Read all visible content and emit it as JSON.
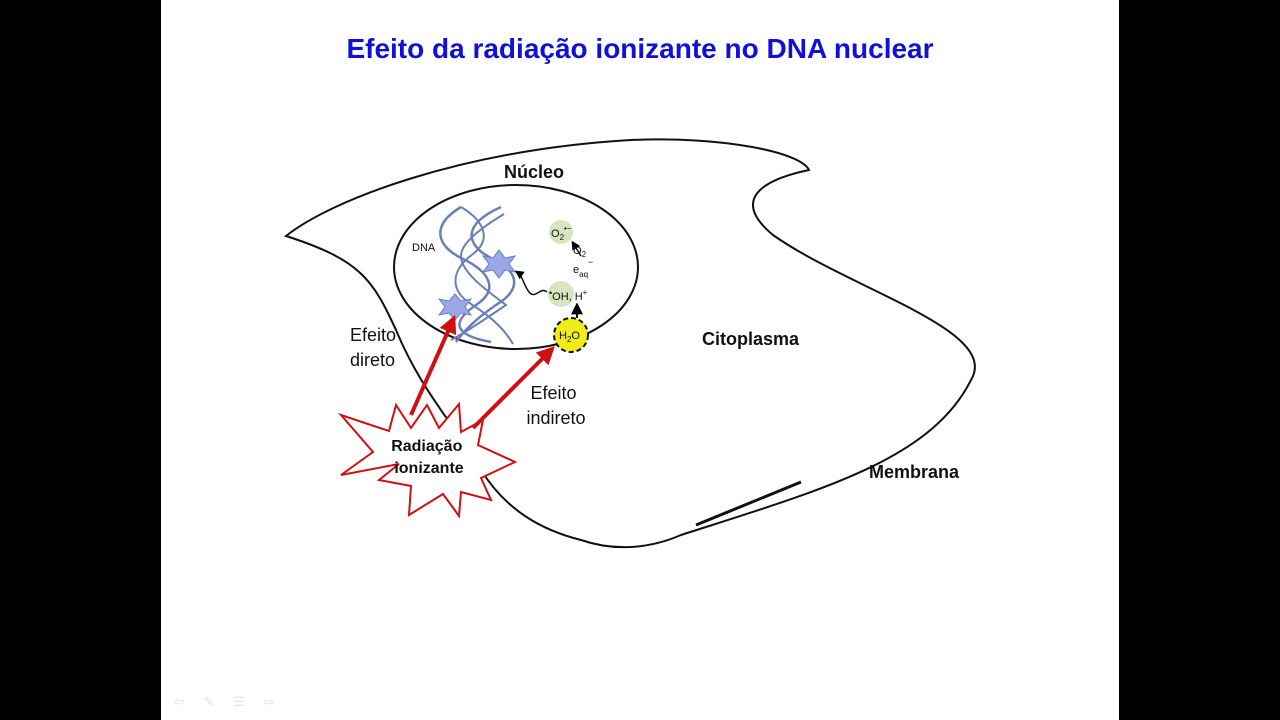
{
  "title": "Efeito da radiação ionizante no DNA nuclear",
  "labels": {
    "nucleus": "Núcleo",
    "dna": "DNA",
    "cytoplasm": "Citoplasma",
    "membrane": "Membrana",
    "direct_effect_line1": "Efeito",
    "direct_effect_line2": "direto",
    "indirect_effect_line1": "Efeito",
    "indirect_effect_line2": "indireto",
    "radiation_line1": "Radiação",
    "radiation_line2": "ionizante"
  },
  "chemistry": {
    "superoxide": "O",
    "superoxide_sub": "2",
    "superoxide_sup": "•−",
    "oxygen": "O",
    "oxygen_sub": "2",
    "electron": "e",
    "electron_sub": "aq",
    "electron_sup": "−",
    "hydroxyl_dot": "•",
    "hydroxyl": "OH",
    "proton_sep": ",",
    "proton": "H",
    "proton_sup": "+",
    "water_h": "H",
    "water_sub": "2",
    "water_o": "O"
  },
  "colors": {
    "title": "#1010d8",
    "arrow": "#d01010",
    "burst_stroke": "#d01010",
    "dna_strand": "#6a7fb8",
    "damage": "#9aa8e8",
    "radical_fill": "#d7e4c0",
    "water_fill": "#f0ec1a"
  },
  "icons": [
    "back-arrow-icon",
    "pen-icon",
    "menu-icon",
    "forward-arrow-icon"
  ]
}
